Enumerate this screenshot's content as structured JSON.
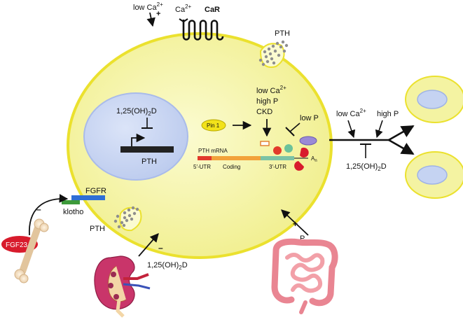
{
  "labels": {
    "low_ca_top": "low Ca",
    "low_ca_top_sup": "2+",
    "plus_top": "+",
    "ca_receptor_ion": "Ca",
    "ca_receptor_ion_sup": "2+",
    "car": "CaR",
    "pth_top_right": "PTH",
    "vitd_nucleus": "1,25(OH)",
    "vitd_nucleus_sub": "2",
    "vitd_nucleus_end": "D",
    "pth_gene": "PTH",
    "regulators_line1": "low Ca",
    "regulators_line1_sup": "2+",
    "regulators_line2": "high P",
    "regulators_line3": "CKD",
    "pin1": "Pin 1",
    "low_p": "low P",
    "pth_mrna": "PTH mRNA",
    "utr5": "5′-UTR",
    "coding": "Coding",
    "utr3": "3′-UTR",
    "polya": "A",
    "polya_sub": "n",
    "low_ca_right": "low Ca",
    "low_ca_right_sup": "2+",
    "high_p_right": "high P",
    "vitd_right": "1,25(OH)",
    "vitd_right_sub": "2",
    "vitd_right_end": "D",
    "fgfr": "FGFR",
    "klotho": "klotho",
    "minus_fgf": "–",
    "fgf23": "FGF23",
    "pth_bottom_left": "PTH",
    "minus_kidney": "–",
    "vitd_kidney": "1,25(OH)",
    "vitd_kidney_sub": "2",
    "vitd_kidney_end": "D",
    "plus_p": "+",
    "p_intestine": "P"
  },
  "colors": {
    "cell_fill": "#f4f3a2",
    "cell_stroke": "#e8df2a",
    "nucleus_fill": "#c5d3f2",
    "nucleus_stroke": "#9fb3e6",
    "pin1_fill": "#f2e21a",
    "fgf23_fill": "#d81b2c",
    "fgfr": "#2f6fd6",
    "klotho": "#3d9a3a",
    "kidney": "#c9356a",
    "intestine": "#f2a0a8",
    "target_cell_fill": "#f4f3a2",
    "target_nucleus_fill": "#c5d3f2"
  }
}
